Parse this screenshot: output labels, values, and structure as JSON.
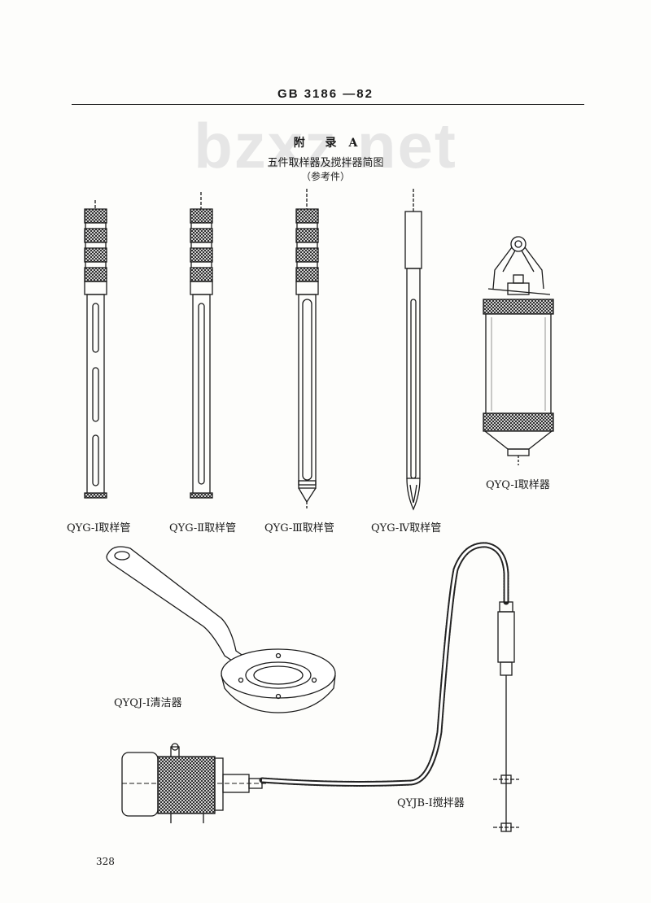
{
  "header": {
    "standard_number": "GB 3186 —82",
    "watermark": "bzxz.net"
  },
  "appendix": {
    "label": "附 录",
    "letter": "A",
    "title": "五件取样器及搅拌器简图",
    "subtitle": "（参考件）"
  },
  "figures": [
    {
      "name": "sampling-tube-1",
      "caption": "QYG-Ⅰ取样管"
    },
    {
      "name": "sampling-tube-2",
      "caption": "QYG-Ⅱ取样管"
    },
    {
      "name": "sampling-tube-3",
      "caption": "QYG-Ⅲ取样管"
    },
    {
      "name": "sampling-tube-4",
      "caption": "QYG-Ⅳ取样管"
    },
    {
      "name": "sampler",
      "caption": "QYQ-Ⅰ取样器"
    },
    {
      "name": "cleaner",
      "caption": "QYQJ-Ⅰ清洁器"
    },
    {
      "name": "stirrer",
      "caption": "QYJB-Ⅰ搅拌器"
    }
  ],
  "page_number": "328"
}
